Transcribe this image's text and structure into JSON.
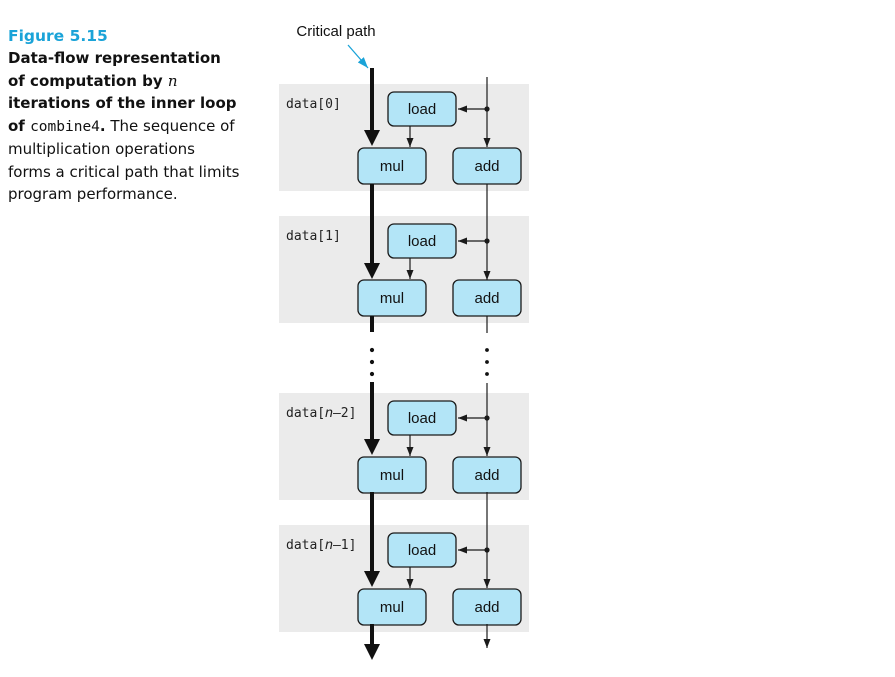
{
  "caption": {
    "figure_number": "Figure 5.15",
    "title_part1": "Data-flow representation of computation by ",
    "title_var": "n",
    "title_part2": " iterations of the inner loop of ",
    "title_code": "combine4",
    "title_part3": ".",
    "body": " The sequence of multiplication operations forms a critical path that limits program performance."
  },
  "diagram": {
    "critical_path_label": "Critical path",
    "iterations": [
      {
        "label_prefix": "data[",
        "label_var": "",
        "label_index": "0",
        "label_suffix": "]"
      },
      {
        "label_prefix": "data[",
        "label_var": "",
        "label_index": "1",
        "label_suffix": "]"
      },
      {
        "label_prefix": "data[",
        "label_var": "n",
        "label_index": "–2",
        "label_suffix": "]"
      },
      {
        "label_prefix": "data[",
        "label_var": "n",
        "label_index": "–1",
        "label_suffix": "]"
      }
    ],
    "ops": {
      "load": "load",
      "mul": "mul",
      "add": "add"
    },
    "colors": {
      "op_fill": "#b3e5f7",
      "panel": "#ebebeb",
      "accent": "#1aa3d8"
    }
  }
}
